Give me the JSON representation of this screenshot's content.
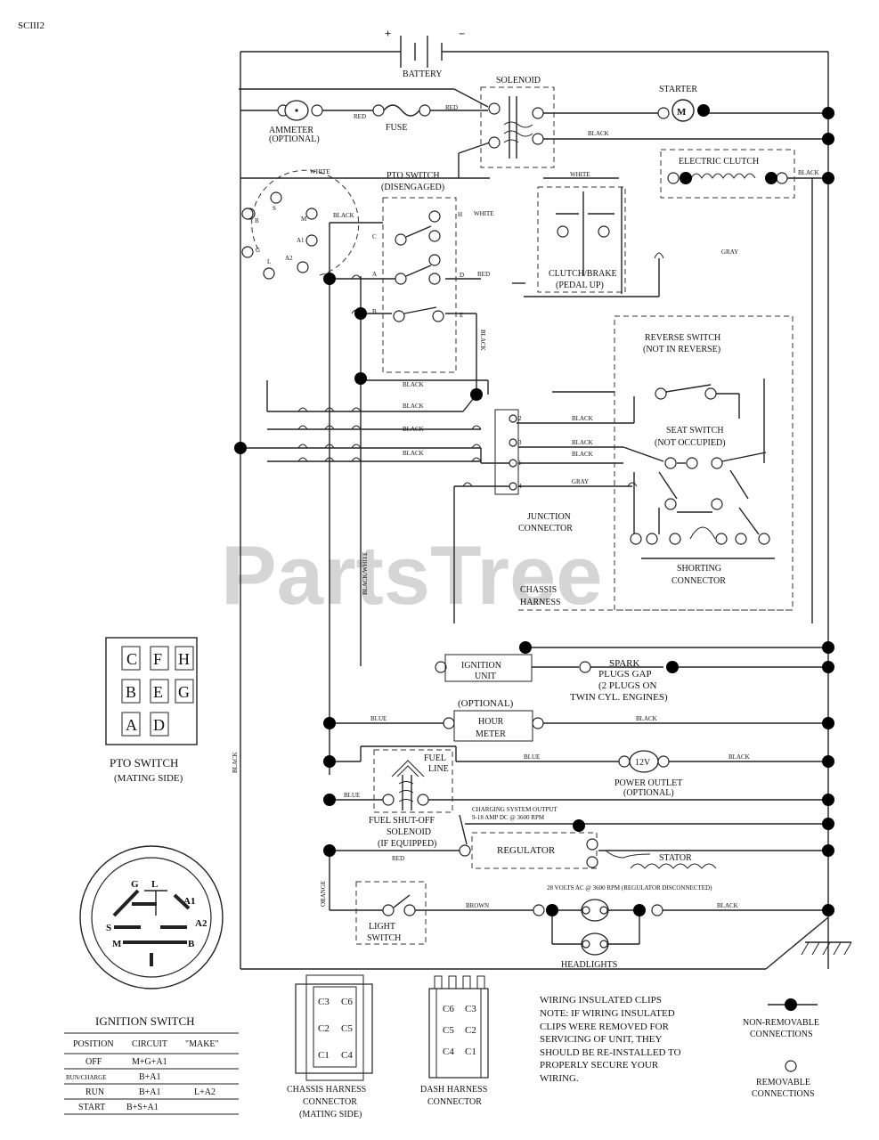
{
  "diagram_id": "SCIII2",
  "watermark": "PartsTree",
  "labels": {
    "battery": "BATTERY",
    "battery_pos": "+",
    "battery_neg": "−",
    "solenoid": "SOLENOID",
    "starter": "STARTER",
    "starter_m": "M",
    "ammeter": "AMMETER",
    "ammeter_opt": "(OPTIONAL)",
    "fuse": "FUSE",
    "pto_switch": "PTO SWITCH",
    "pto_switch_state": "(DISENGAGED)",
    "electric_clutch": "ELECTRIC CLUTCH",
    "clutch_brake": "CLUTCH/BRAKE",
    "clutch_brake_state": "(PEDAL UP)",
    "reverse_switch": "REVERSE SWITCH",
    "reverse_switch_state": "(NOT IN REVERSE)",
    "seat_switch": "SEAT SWITCH",
    "seat_switch_state": "(NOT OCCUPIED)",
    "junction_connector_1": "JUNCTION",
    "junction_connector_2": "CONNECTOR",
    "shorting_connector_1": "SHORTING",
    "shorting_connector_2": "CONNECTOR",
    "chassis_harness_1": "CHASSIS",
    "chassis_harness_2": "HARNESS",
    "ignition_unit_1": "IGNITION",
    "ignition_unit_2": "UNIT",
    "spark_1": "SPARK",
    "spark_2": "PLUGS GAP",
    "spark_3": "(2 PLUGS ON",
    "spark_4": "TWIN CYL. ENGINES)",
    "hour_meter_opt": "(OPTIONAL)",
    "hour_meter_1": "HOUR",
    "hour_meter_2": "METER",
    "fuel_line_1": "FUEL",
    "fuel_line_2": "LINE",
    "power_outlet_v": "12V",
    "power_outlet": "POWER OUTLET",
    "power_outlet_opt": "(OPTIONAL)",
    "fuel_solenoid_1": "FUEL SHUT-OFF",
    "fuel_solenoid_2": "SOLENOID",
    "fuel_solenoid_3": "(IF EQUIPPED)",
    "charging_1": "CHARGING SYSTEM OUTPUT",
    "charging_2": "9-18 AMP DC @ 3600 RPM",
    "regulator": "REGULATOR",
    "stator": "STATOR",
    "ac_note": "28 VOLTS AC @ 3600 RPM (REGULATOR DISCONNECTED)",
    "light_switch_1": "LIGHT",
    "light_switch_2": "SWITCH",
    "headlights": "HEADLIGHTS",
    "pto_mating_1": "PTO SWITCH",
    "pto_mating_2": "(MATING SIDE)",
    "ignition_switch": "IGNITION SWITCH",
    "chassis_conn_1": "CHASSIS HARNESS",
    "chassis_conn_2": "CONNECTOR",
    "chassis_conn_3": "(MATING SIDE)",
    "dash_conn_1": "DASH HARNESS",
    "dash_conn_2": "CONNECTOR",
    "note_1": "WIRING INSULATED CLIPS",
    "note_2": "NOTE: IF WIRING INSULATED",
    "note_3": "CLIPS WERE REMOVED FOR",
    "note_4": "SERVICING OF UNIT, THEY",
    "note_5": "SHOULD BE RE-INSTALLED TO",
    "note_6": "PROPERLY SECURE YOUR",
    "note_7": "WIRING.",
    "legend_nr_1": "NON-REMOVABLE",
    "legend_nr_2": "CONNECTIONS",
    "legend_r_1": "REMOVABLE",
    "legend_r_2": "CONNECTIONS"
  },
  "wire_colors": {
    "red": "RED",
    "white": "WHITE",
    "black": "BLACK",
    "gray": "GRAY",
    "blue": "BLUE",
    "brown": "BROWN",
    "orange": "ORANGE",
    "black_white": "BLACK/WHITE"
  },
  "terminals": {
    "ign": [
      "S",
      "M",
      "B",
      "G",
      "L",
      "A1",
      "A2"
    ],
    "pto": [
      "C",
      "H",
      "A",
      "D",
      "B",
      "E"
    ],
    "junction": [
      "2",
      "3",
      "1",
      "4"
    ],
    "pto_grid": [
      "C",
      "F",
      "H",
      "B",
      "E",
      "G",
      "A",
      "D"
    ],
    "ign_face": [
      "G",
      "L",
      "A1",
      "A2",
      "S",
      "M",
      "B"
    ],
    "chassis_conn": [
      "C3",
      "C6",
      "C2",
      "C5",
      "C1",
      "C4"
    ],
    "dash_conn": [
      "C6",
      "C3",
      "C5",
      "C2",
      "C4",
      "C1"
    ]
  },
  "ignition_table": {
    "headers": [
      "POSITION",
      "CIRCUIT",
      "\"MAKE\""
    ],
    "rows": [
      [
        "OFF",
        "M+G+A1",
        ""
      ],
      [
        "RUN/CHARGE",
        "B+A1",
        ""
      ],
      [
        "RUN",
        "B+A1",
        "L+A2"
      ],
      [
        "START",
        "B+S+A1",
        ""
      ]
    ]
  }
}
